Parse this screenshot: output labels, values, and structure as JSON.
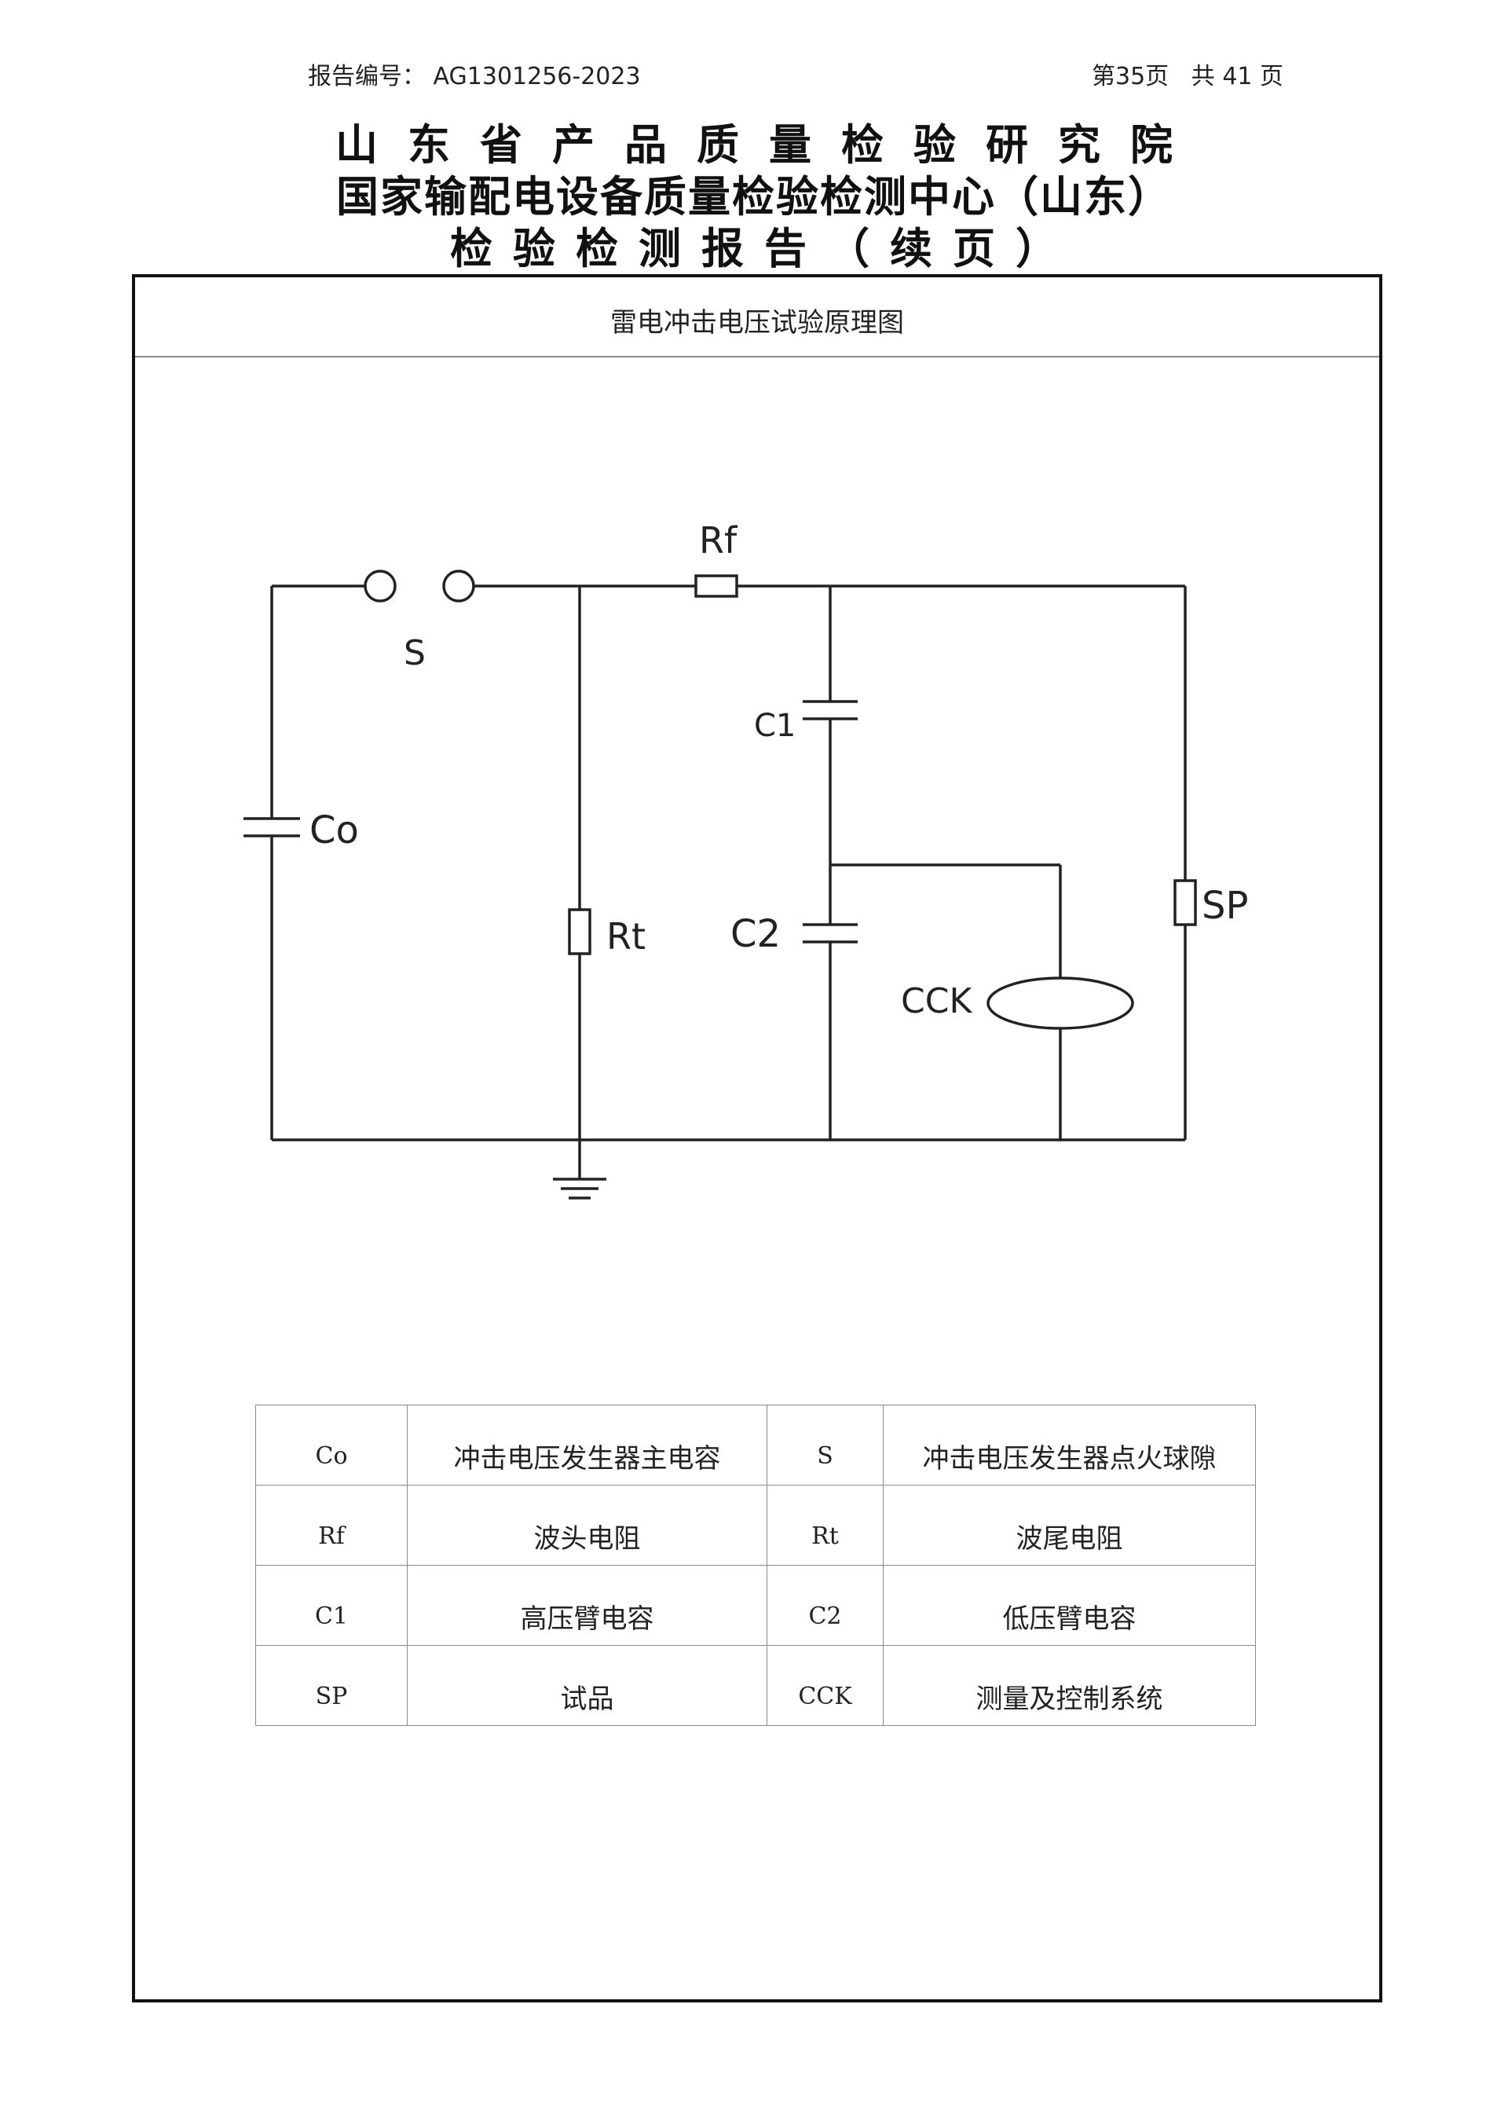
{
  "header": {
    "report_no_label": "报告编号：",
    "report_no": "AG1301256-2023",
    "page_info": "第35页   共 41 页"
  },
  "title": {
    "line1": "山东省产品质量检验研究院",
    "line2": "国家输配电设备质量检验检测中心（山东）",
    "line3": "检验检测报告（续页）"
  },
  "figure": {
    "caption": "雷电冲击电压试验原理图",
    "labels": {
      "rf": "Rf",
      "s": "S",
      "c1": "C1",
      "co": "Co",
      "rt": "Rt",
      "c2": "C2",
      "sp": "SP",
      "cck": "CCK"
    }
  },
  "legend": {
    "rows": [
      {
        "sym1": "Co",
        "desc1": "冲击电压发生器主电容",
        "sym2": "S",
        "desc2": "冲击电压发生器点火球隙"
      },
      {
        "sym1": "Rf",
        "desc1": "波头电阻",
        "sym2": "Rt",
        "desc2": "波尾电阻"
      },
      {
        "sym1": "C1",
        "desc1": "高压臂电容",
        "sym2": "C2",
        "desc2": "低压臂电容"
      },
      {
        "sym1": "SP",
        "desc1": "试品",
        "sym2": "CCK",
        "desc2": "测量及控制系统"
      }
    ]
  }
}
